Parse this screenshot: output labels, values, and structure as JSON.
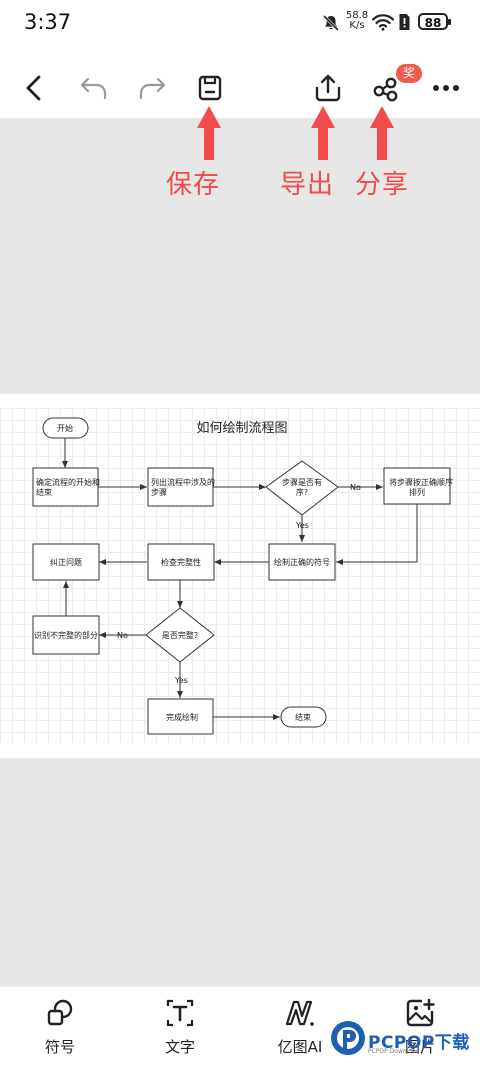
{
  "status_bar": {
    "time": "3:37",
    "net_speed_value": "58.8",
    "net_speed_unit": "K/s",
    "battery": "88"
  },
  "toolbar": {
    "share_badge": "奖"
  },
  "annotations": {
    "save": "保存",
    "export": "导出",
    "share": "分享"
  },
  "flowchart": {
    "title": "如何绘制流程图",
    "start": "开始",
    "step1_line1": "确定流程的开始和",
    "step1_line2": "结束",
    "step2_line1": "列出流程中涉及的",
    "step2_line2": "步骤",
    "decision1_line1": "步骤是否有",
    "decision1_line2": "序?",
    "label_no1": "No",
    "label_yes1": "Yes",
    "step3_line1": "将步骤按正确顺序",
    "step3_line2": "排列",
    "step4": "绘制正确的符号",
    "step5": "检查完整性",
    "step6": "纠正问题",
    "step7": "识别不完整的部分",
    "decision2": "是否完整?",
    "label_no2": "No",
    "label_yes2": "Yes",
    "step8": "完成绘制",
    "end": "结束"
  },
  "bottom_nav": {
    "items": [
      {
        "label": "符号",
        "icon": "shapes-icon"
      },
      {
        "label": "文字",
        "icon": "text-icon"
      },
      {
        "label": "亿图AI",
        "icon": "ai-icon"
      },
      {
        "label": "图片",
        "icon": "image-add-icon"
      }
    ]
  },
  "watermark": {
    "text": "PCPOP下载",
    "sub": "PCPOP Download"
  },
  "colors": {
    "annotation": "#f24b4b",
    "badge": "#f05a4f",
    "canvas_bg": "#e6e6e6"
  }
}
